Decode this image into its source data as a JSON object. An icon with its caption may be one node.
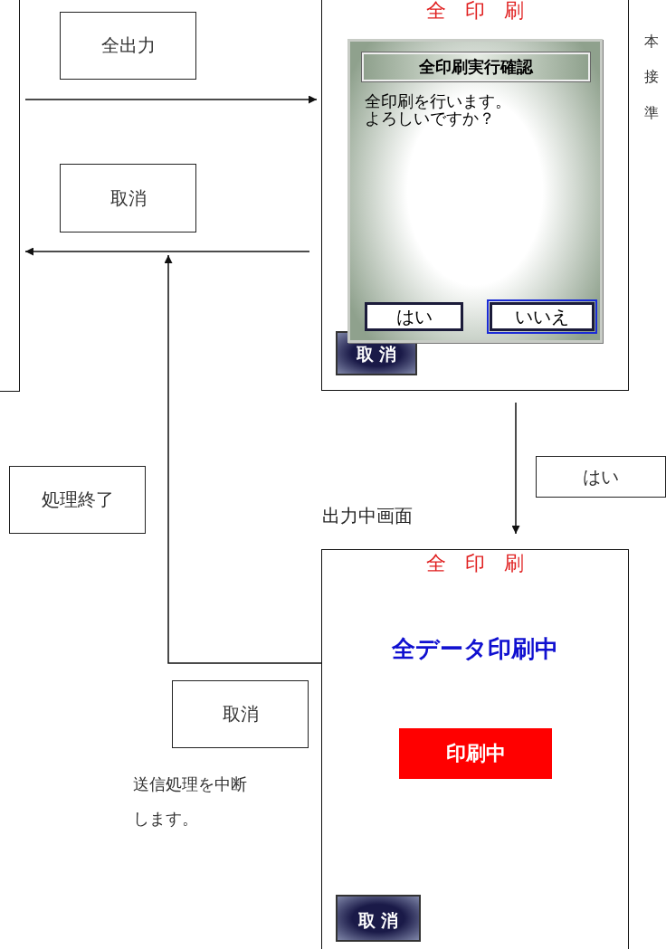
{
  "diagram": {
    "nodes": [
      {
        "text": [],
        "shape": "box"
      },
      {
        "text": [
          "全 印 刷"
        ]
      },
      {
        "text": [
          "全印刷実行確認",
          "全印刷を行います。よろしいですか？"
        ],
        "in": 1
      },
      {
        "text": [
          "はい"
        ],
        "in": 2
      },
      {
        "text": [
          "いいえ"
        ],
        "in": 2
      },
      {
        "text": [
          "取 消"
        ],
        "in": 1
      },
      {
        "text": [
          "全 印 刷",
          "全データ印刷中"
        ],
        "beside": [
          "出力中画面"
        ]
      },
      {
        "text": [
          "印刷中"
        ],
        "in": 6
      },
      {
        "text": [
          "取 消"
        ],
        "in": 6
      }
    ],
    "edges": [
      {
        "from": 0,
        "to": 1,
        "arrow": "to",
        "label": "全出力"
      },
      {
        "from": 1,
        "to": 0,
        "arrow": "to",
        "label": "取消"
      },
      {
        "from": 1,
        "to": 6,
        "arrow": "to",
        "label": "はい"
      },
      {
        "from": 6,
        "to": 0,
        "arrow": "to",
        "label": "処理終了"
      }
    ],
    "labels": [
      "取消",
      "送信処理を中断します。",
      "本",
      "接",
      "準"
    ]
  }
}
